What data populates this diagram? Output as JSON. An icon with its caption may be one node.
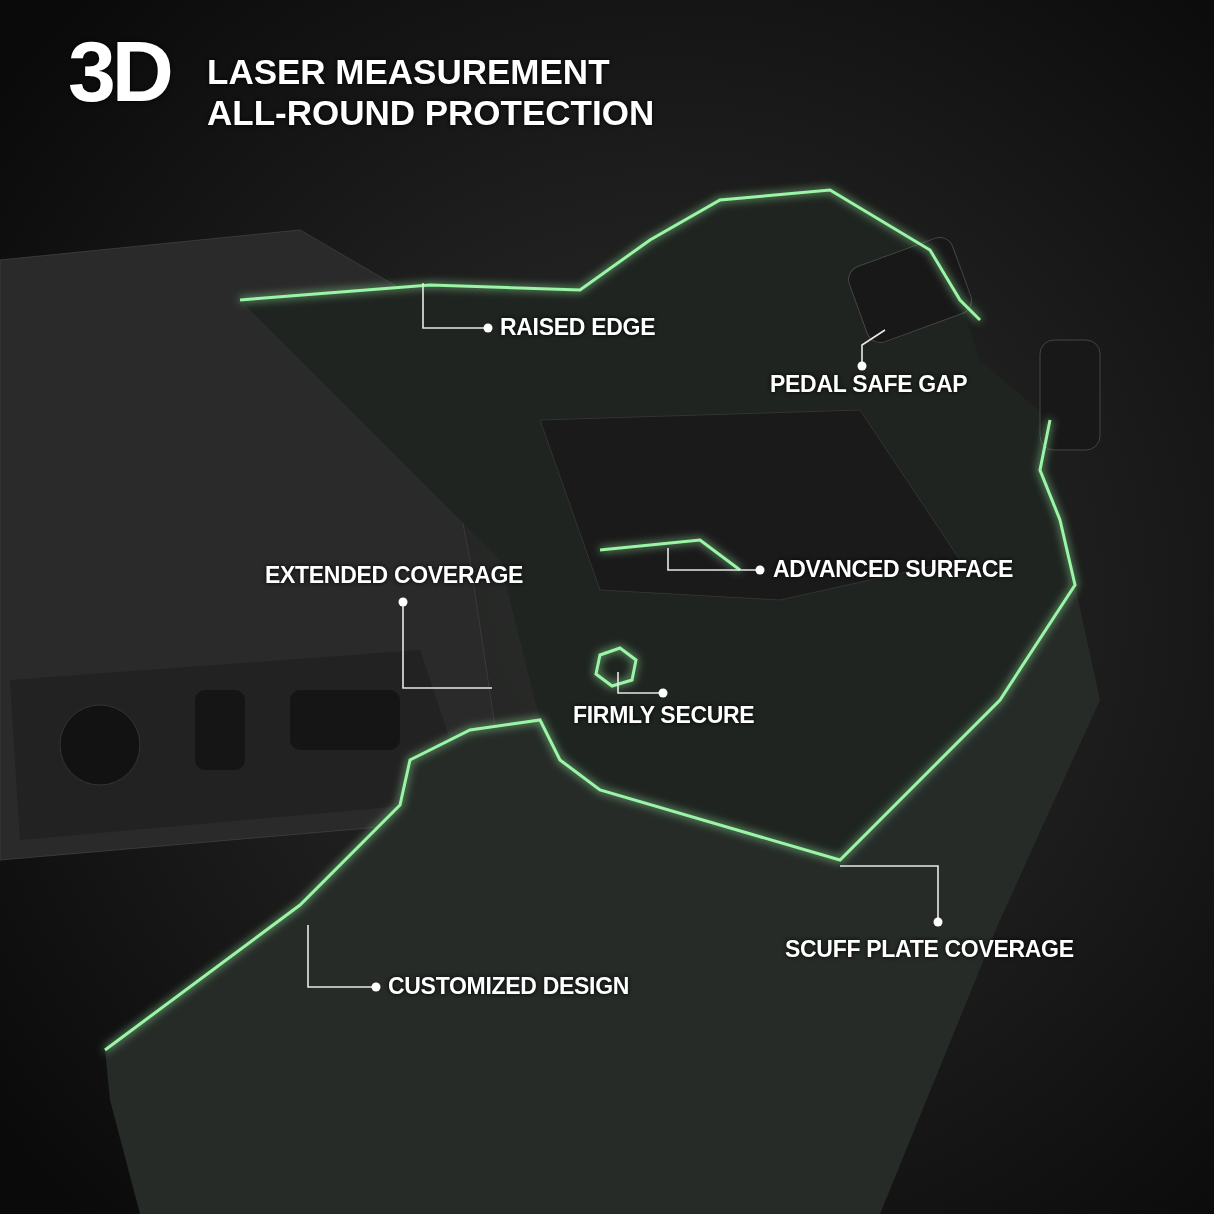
{
  "diagram": {
    "title": "3D",
    "nodes": [
      {
        "text": [
          "RAISED EDGE"
        ]
      },
      {
        "text": [
          "PEDAL SAFE GAP"
        ]
      },
      {
        "text": [
          "EXTENDED COVERAGE"
        ]
      },
      {
        "text": [
          "ADVANCED SURFACE"
        ]
      },
      {
        "text": [
          "FIRMLY SECURE"
        ]
      },
      {
        "text": [
          "SCUFF PLATE COVERAGE"
        ]
      },
      {
        "text": [
          "CUSTOMIZED DESIGN"
        ]
      }
    ],
    "edges": [
      {
        "from": 0,
        "to": null,
        "arrow": "other"
      },
      {
        "from": 1,
        "to": null,
        "arrow": "other"
      },
      {
        "from": 2,
        "to": null,
        "arrow": "other"
      },
      {
        "from": 3,
        "to": null,
        "arrow": "other"
      },
      {
        "from": 4,
        "to": null,
        "arrow": "other"
      },
      {
        "from": 5,
        "to": null,
        "arrow": "other"
      },
      {
        "from": 6,
        "to": null,
        "arrow": "other"
      }
    ],
    "labels": [
      "LASER MEASUREMENT",
      "ALL-ROUND PROTECTION"
    ]
  }
}
